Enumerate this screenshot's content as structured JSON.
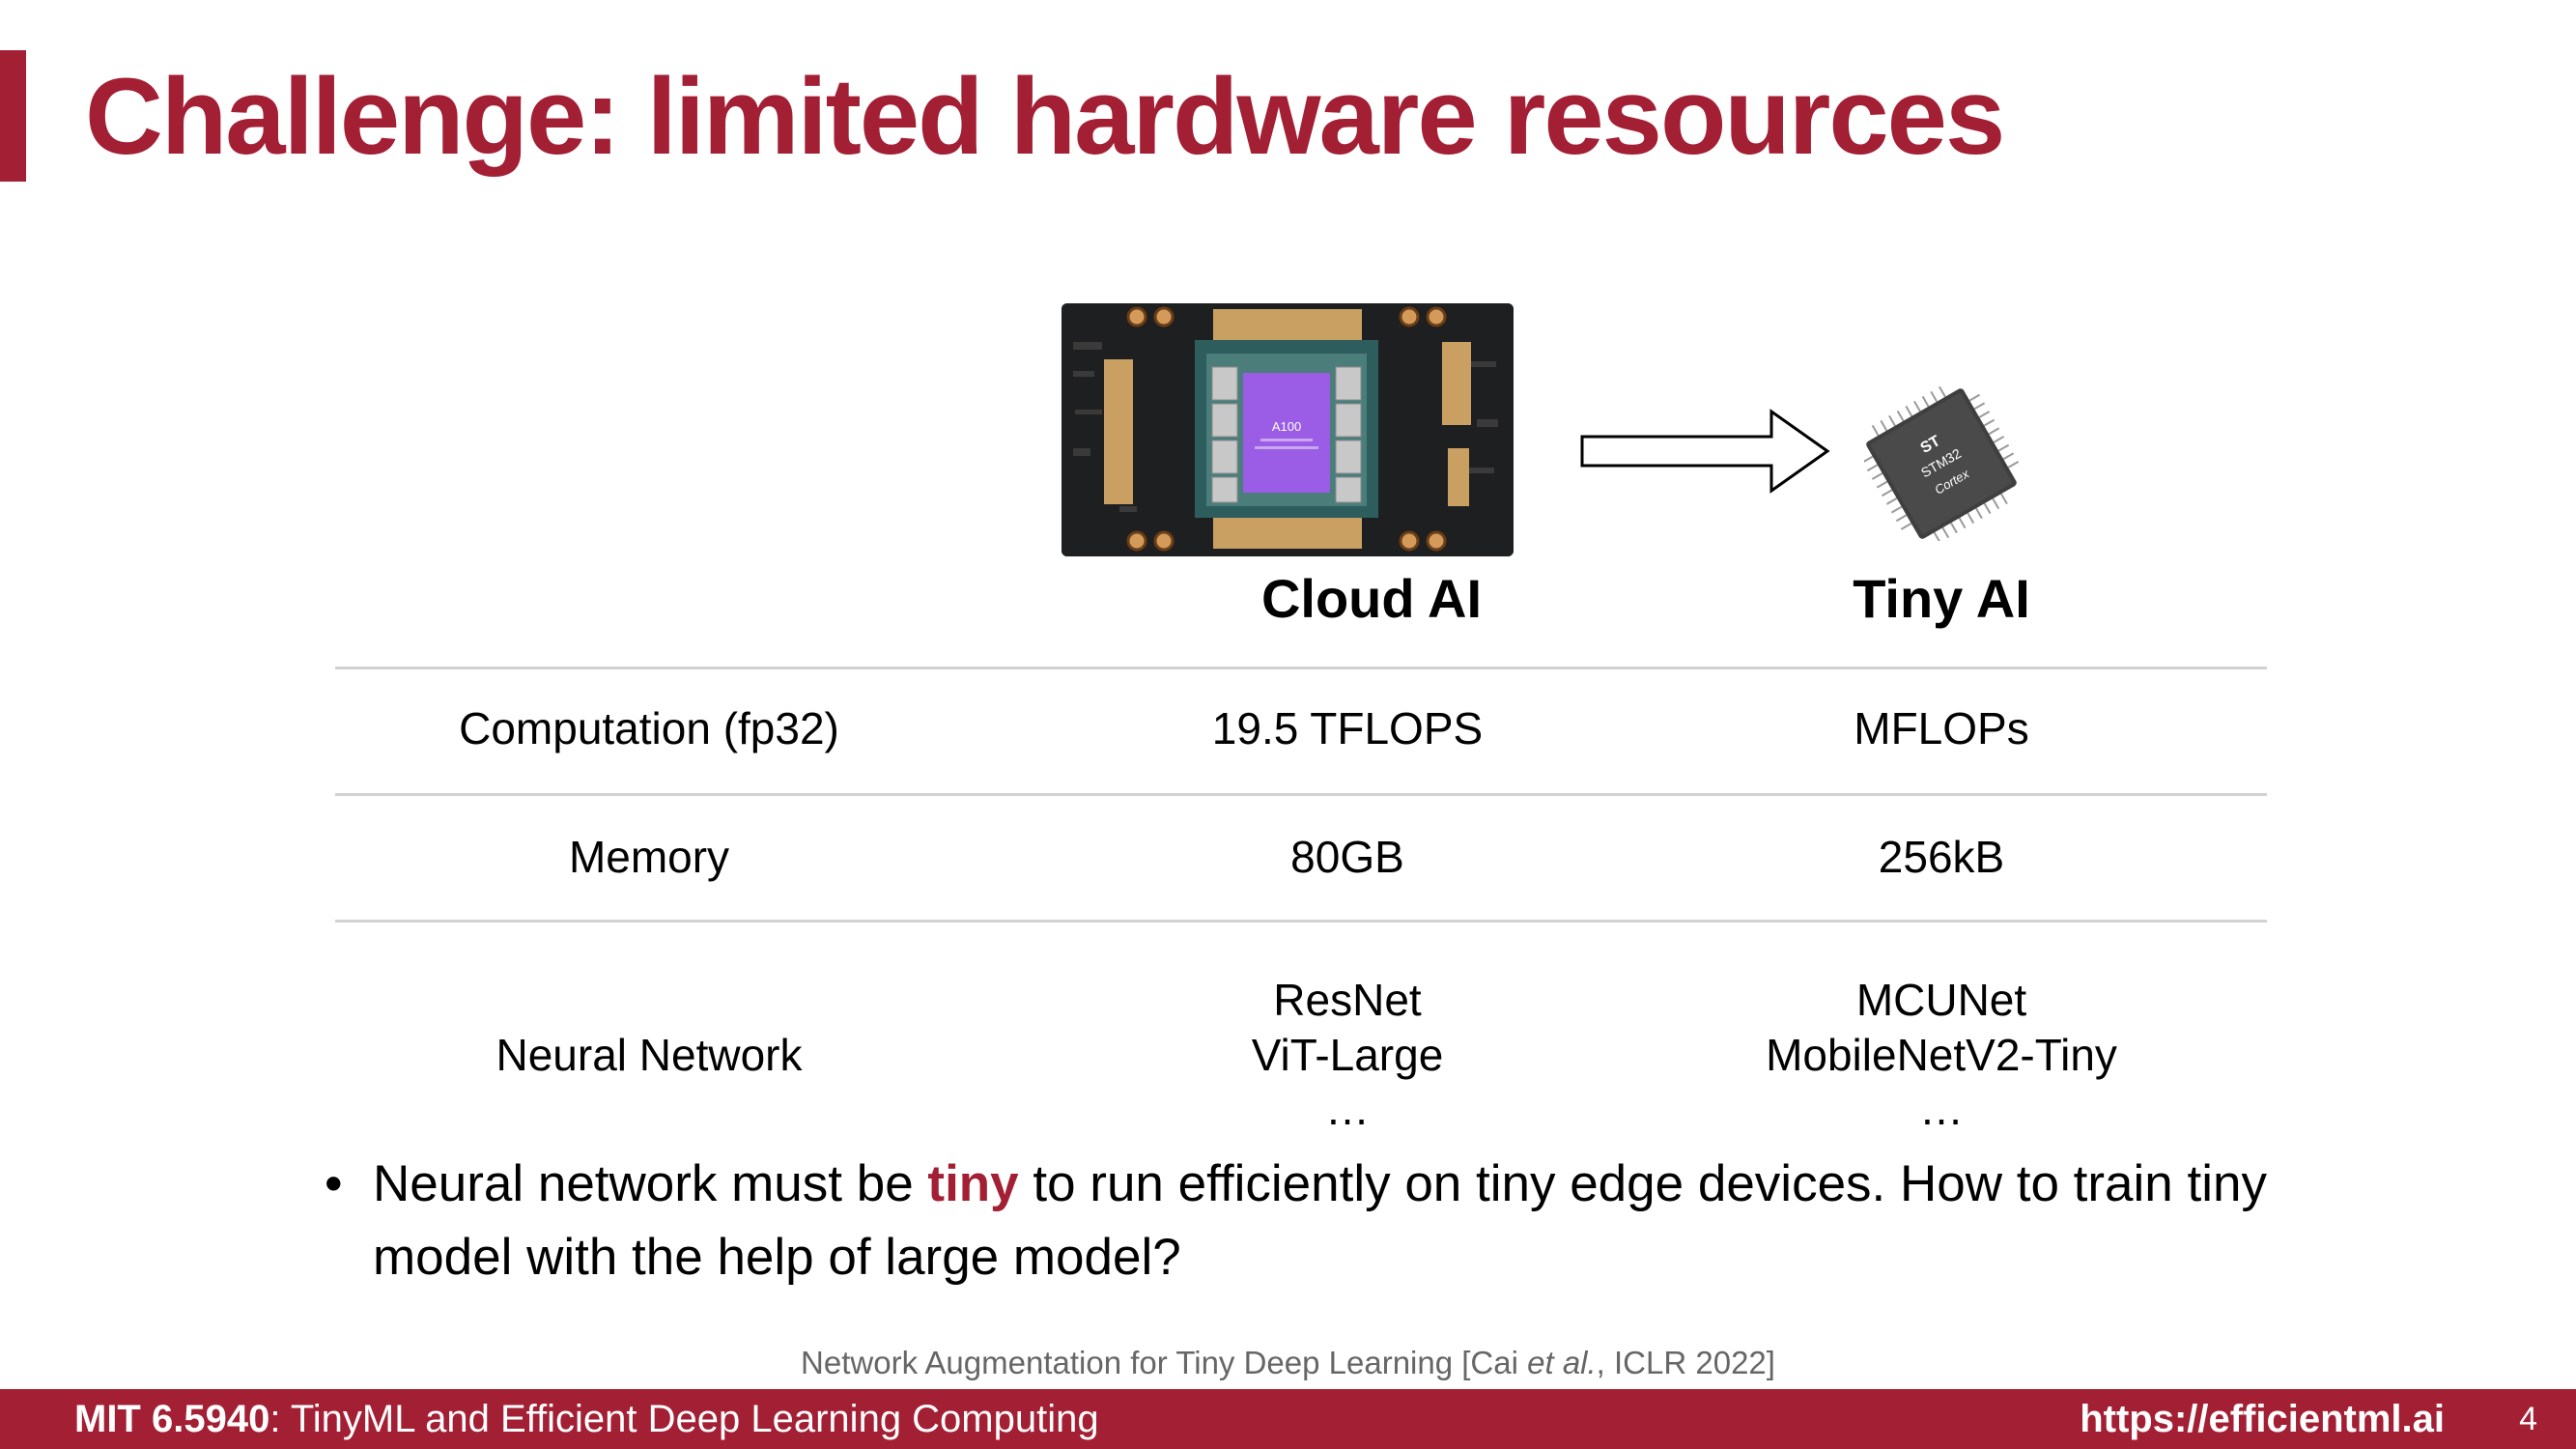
{
  "slide": {
    "title": "Challenge: limited hardware resources"
  },
  "images": {
    "gpu_label": "A100",
    "mcu_brand": "STM32",
    "mcu_line": "Cortex"
  },
  "table": {
    "columns": [
      "Cloud AI",
      "Tiny AI"
    ],
    "rows": [
      {
        "label": "Computation (fp32)",
        "cloud": "19.5 TFLOPS",
        "tiny": "MFLOPs"
      },
      {
        "label": "Memory",
        "cloud": "80GB",
        "tiny": "256kB"
      },
      {
        "label": "Neural Network",
        "cloud": [
          "ResNet",
          "ViT-Large",
          "…"
        ],
        "tiny": [
          "MCUNet",
          "MobileNetV2-Tiny",
          "…"
        ]
      }
    ]
  },
  "bullet": {
    "pre": "Neural network must be ",
    "highlight": "tiny",
    "post": " to run efficiently on tiny edge devices. How to train tiny model with the help of large model?"
  },
  "citation": {
    "pre": "Network Augmentation for Tiny Deep Learning [Cai ",
    "italic": "et al.",
    "post": ", ICLR 2022]"
  },
  "footer": {
    "course_code": "MIT 6.5940",
    "course_name": ": TinyML and Efficient Deep Learning Computing",
    "url": "https://efficientml.ai",
    "page": "4"
  },
  "colors": {
    "accent": "#a31f34",
    "rule": "#d2d2d2"
  }
}
